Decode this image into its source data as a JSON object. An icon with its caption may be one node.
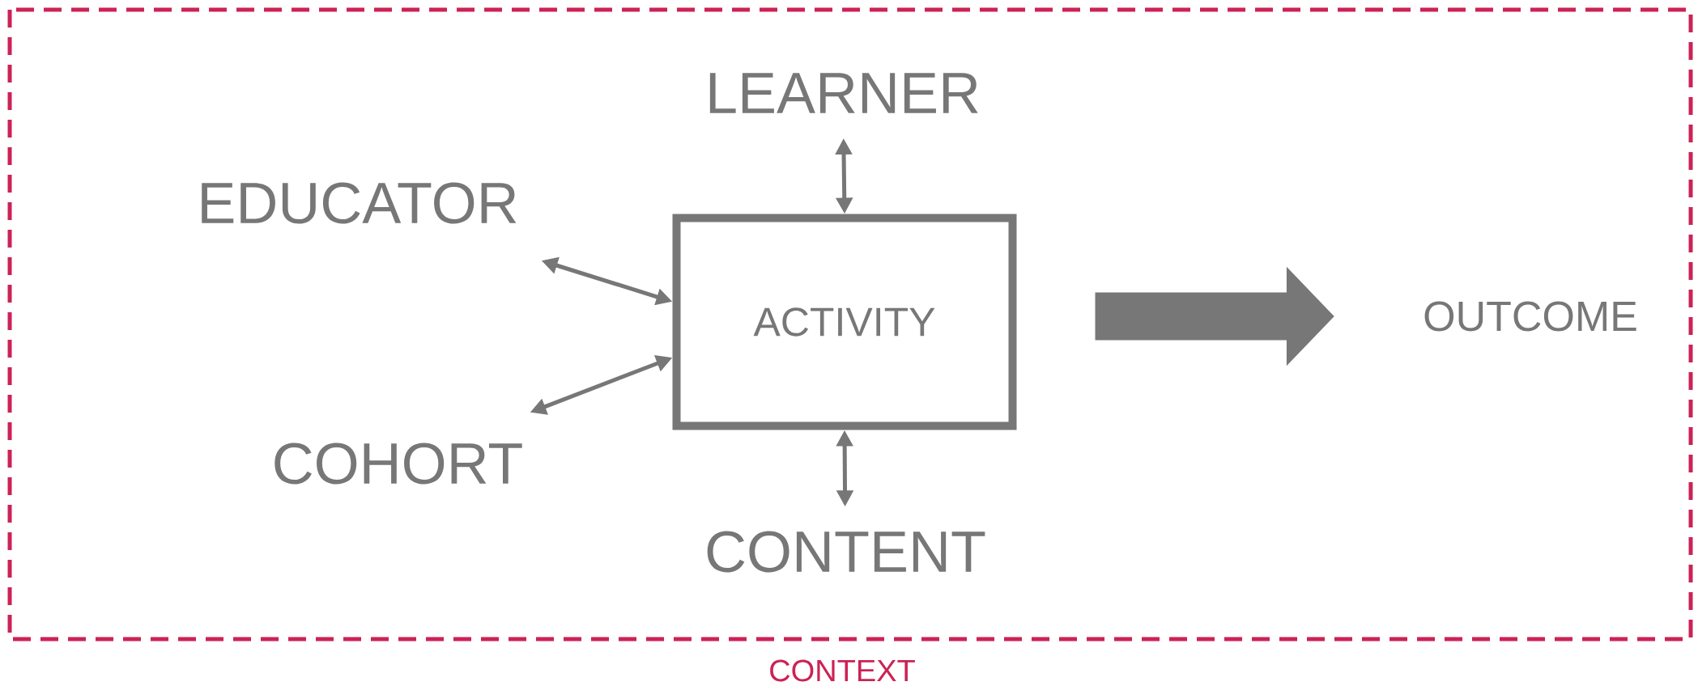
{
  "diagram": {
    "nodes": [
      {
        "text": [
          "CONTEXT"
        ]
      },
      {
        "text": [
          "ACTIVITY"
        ],
        "in": 0
      },
      {
        "text": [
          "LEARNER"
        ],
        "in": 0
      },
      {
        "text": [
          "EDUCATOR"
        ],
        "in": 0
      },
      {
        "text": [
          "COHORT"
        ],
        "in": 0
      },
      {
        "text": [
          "CONTENT"
        ],
        "in": 0
      },
      {
        "text": [
          "OUTCOME"
        ],
        "in": 0
      }
    ],
    "edges": [
      {
        "from": 1,
        "to": 2,
        "arrow": "both"
      },
      {
        "from": 1,
        "to": 3,
        "arrow": "both"
      },
      {
        "from": 1,
        "to": 4,
        "arrow": "both"
      },
      {
        "from": 1,
        "to": 5,
        "arrow": "both"
      },
      {
        "from": 1,
        "to": 6,
        "arrow": "to",
        "style": "thick"
      }
    ]
  }
}
